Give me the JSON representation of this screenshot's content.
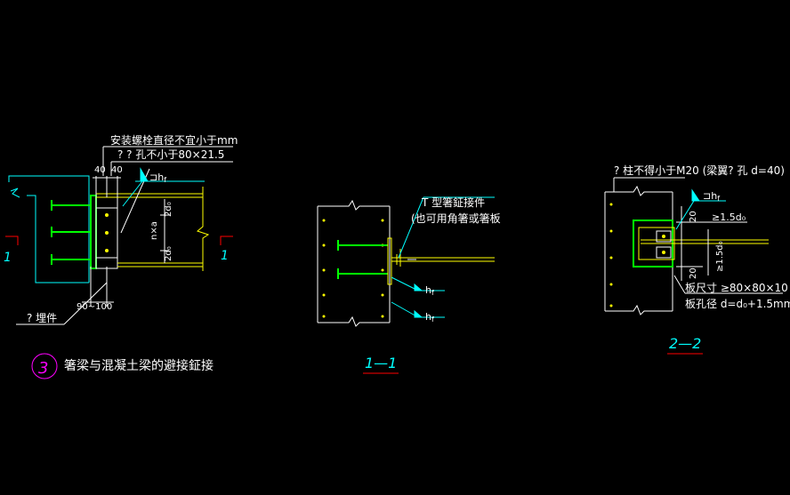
{
  "detail1": {
    "note_bolt": "安装螺栓直径不宜小于mm",
    "note_hole": "? ? 孔不小于80×21.5",
    "dim_left": "40",
    "dim_right": "40",
    "weld_label": "⊐h",
    "weld_sub": "f",
    "dim_do_top": "2d₀",
    "dim_do_bottom": "2d₀",
    "dim_mid": "n×a",
    "section_mark_left": "1",
    "section_mark_right": "1",
    "dim_bottom": "90~100",
    "embed_label": "? 埋件",
    "detail_number": "3",
    "detail_title": "箸梁与混凝土梁的避接鉦接"
  },
  "section11": {
    "callout_line1": "T 型箸鉦接件",
    "callout_line2": "(也可用角箸或箸板",
    "weld1": "h",
    "weld1_sub": "f",
    "weld2": "h",
    "weld2_sub": "f",
    "title": "1—1"
  },
  "section22": {
    "note_top": "? 柱不得小于M20 (梁翼? 孔  d=40)",
    "weld_label": "⊐h",
    "weld_sub": "f",
    "dim_20_top": "20",
    "dim_20_bottom": "20",
    "dim_15do": "≥1.5d₀",
    "dim_side": "≥1.5d₀",
    "plate_size": "板尺寸  ≥80×80×10",
    "plate_hole": "板孔径   d=d₀+1.5mm",
    "title": "2—2"
  },
  "colors": {
    "background": "#000000",
    "white": "#ffffff",
    "cyan": "#00ffff",
    "green": "#00ff00",
    "yellow": "#ffff00",
    "red": "#ff0000",
    "magenta": "#ff00ff"
  }
}
